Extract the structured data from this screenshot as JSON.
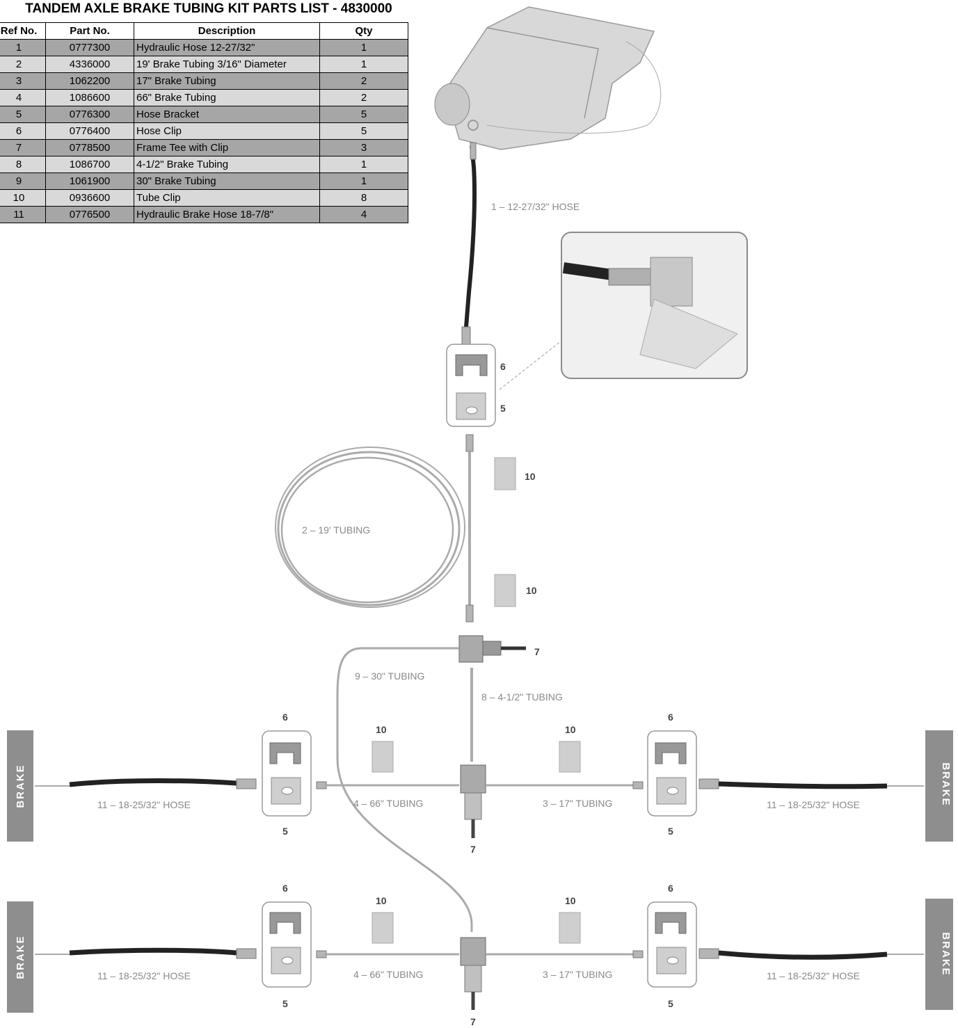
{
  "title": "TANDEM AXLE BRAKE TUBING KIT PARTS LIST - 4830000",
  "table": {
    "headers": [
      "Ref No.",
      "Part No.",
      "Description",
      "Qty"
    ],
    "rows": [
      {
        "ref": "1",
        "part": "0777300",
        "desc": "Hydraulic Hose 12-27/32\"",
        "qty": "1"
      },
      {
        "ref": "2",
        "part": "4336000",
        "desc": "19' Brake Tubing 3/16\" Diameter",
        "qty": "1"
      },
      {
        "ref": "3",
        "part": "1062200",
        "desc": "17\" Brake Tubing",
        "qty": "2"
      },
      {
        "ref": "4",
        "part": "1086600",
        "desc": "66\" Brake Tubing",
        "qty": "2"
      },
      {
        "ref": "5",
        "part": "0776300",
        "desc": "Hose Bracket",
        "qty": "5"
      },
      {
        "ref": "6",
        "part": "0776400",
        "desc": "Hose Clip",
        "qty": "5"
      },
      {
        "ref": "7",
        "part": "0778500",
        "desc": "Frame Tee with Clip",
        "qty": "3"
      },
      {
        "ref": "8",
        "part": "1086700",
        "desc": "4-1/2\" Brake Tubing",
        "qty": "1"
      },
      {
        "ref": "9",
        "part": "1061900",
        "desc": "30\" Brake Tubing",
        "qty": "1"
      },
      {
        "ref": "10",
        "part": "0936600",
        "desc": "Tube Clip",
        "qty": "8"
      },
      {
        "ref": "11",
        "part": "0776500",
        "desc": "Hydraulic Brake Hose 18-7/8\"",
        "qty": "4"
      }
    ]
  },
  "labels": {
    "hose1": "1 – 12-27/32\" HOSE",
    "tubing2": "2 – 19' TUBING",
    "tubing9": "9 – 30\" TUBING",
    "tubing8": "8 – 4-1/2\" TUBING",
    "tubing4": "4 – 66\" TUBING",
    "tubing3": "3 – 17\" TUBING",
    "hose11": "11 – 18-25/32\" HOSE",
    "brake": "BRAKE",
    "n5": "5",
    "n6": "6",
    "n7": "7",
    "n10": "10"
  }
}
